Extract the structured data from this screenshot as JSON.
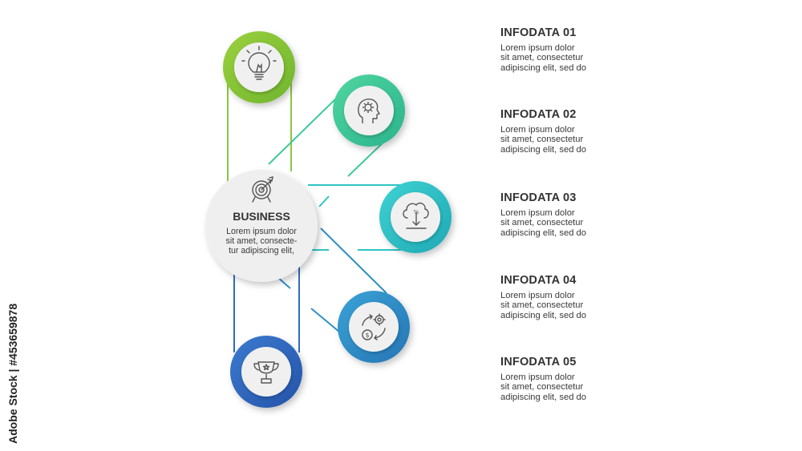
{
  "center": {
    "title": "BUSINESS",
    "text": "Lorem ipsum dolor\nsit amet, consecte-\ntur adipiscing elit,",
    "icon": "target-icon"
  },
  "nodes": [
    {
      "icon": "lightbulb-icon",
      "color": "#8cc63f"
    },
    {
      "icon": "head-gear-icon",
      "color": "#3ec99a"
    },
    {
      "icon": "cloud-download-icon",
      "color": "#2fc4c4"
    },
    {
      "icon": "money-exchange-icon",
      "color": "#2f8fc4"
    },
    {
      "icon": "trophy-icon",
      "color": "#2f6bbf"
    }
  ],
  "info": [
    {
      "title": "INFODATA 01",
      "text": "Lorem ipsum dolor\nsit amet, consectetur\nadipiscing elit, sed do"
    },
    {
      "title": "INFODATA 02",
      "text": "Lorem ipsum dolor\nsit amet, consectetur\nadipiscing elit, sed do"
    },
    {
      "title": "INFODATA 03",
      "text": "Lorem ipsum dolor\nsit amet, consectetur\nadipiscing elit, sed do"
    },
    {
      "title": "INFODATA 04",
      "text": "Lorem ipsum dolor\nsit amet, consectetur\nadipiscing elit, sed do"
    },
    {
      "title": "INFODATA 05",
      "text": "Lorem ipsum dolor\nsit amet, consectetur\nadipiscing elit, sed do"
    }
  ],
  "watermark_id": "Adobe Stock | #453659878"
}
